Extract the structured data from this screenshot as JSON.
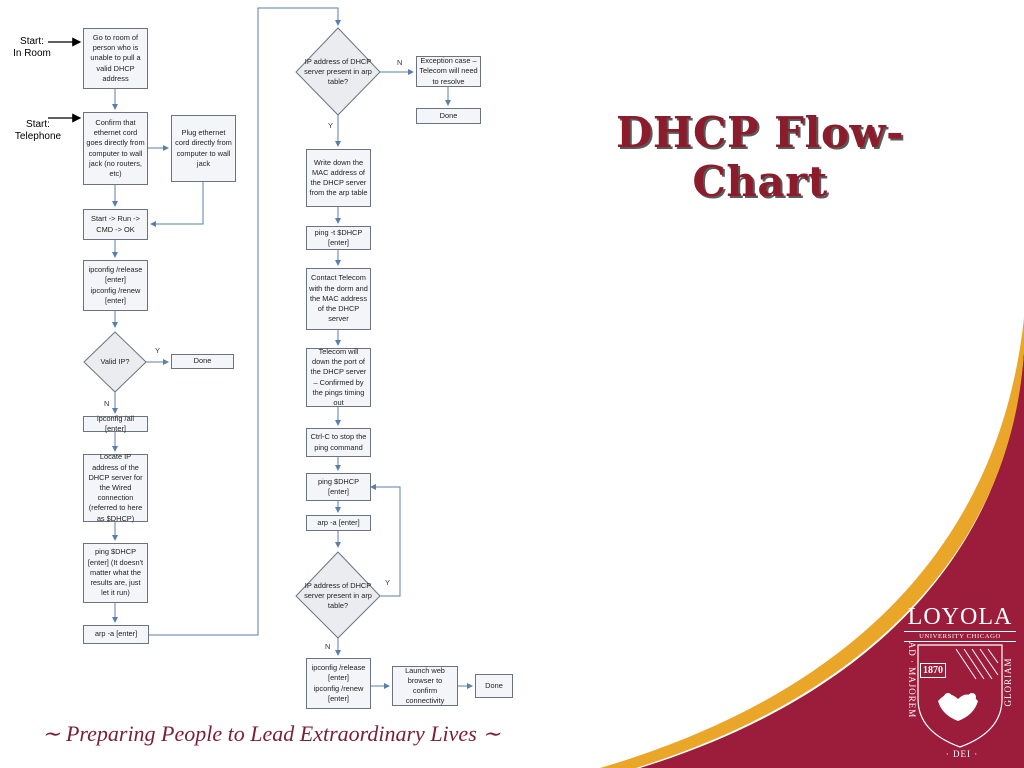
{
  "title": "DHCP Flow-Chart",
  "tagline": "Preparing People to Lead Extraordinary Lives",
  "logo": {
    "name": "LOYOLA",
    "subtitle": "UNIVERSITY CHICAGO",
    "year": "1870",
    "motto_left": "AD · MAJOREM",
    "motto_bottom": "· DEI ·",
    "motto_right": "GLORIAM"
  },
  "colors": {
    "title": "#8c1c2c",
    "maroon": "#9b1c3b",
    "gold": "#e9a628",
    "connector": "#5a7fa8"
  },
  "flowchart": {
    "start_room": "Start:\nIn Room",
    "start_phone": "Start:\nTelephone",
    "steps": {
      "go_room": "Go to room of person who is unable to pull a valid DHCP address",
      "confirm_cord": "Confirm that ethernet cord goes directly from computer to wall jack (no routers, etc)",
      "plug_cord": "Plug ethernet cord directly from computer to wall jack",
      "run_cmd": "Start -> Run -> CMD -> OK",
      "ipconfig_release_renew": "ipconfig /release [enter]\nipconfig /renew [enter]",
      "valid_ip": "Valid IP?",
      "done_1": "Done",
      "ipconfig_all": "ipconfig /all [enter]",
      "locate_ip": "Locate IP address of the DHCP server for the Wired connection (referred to here as $DHCP)",
      "ping_dhcp_1": "ping $DHCP [enter] (It doesn't matter what the results are, just let it run)",
      "arp_1": "arp -a [enter]",
      "ip_in_arp_1": "IP address of DHCP server present in arp table?",
      "exception": "Exception case – Telecom will need to resolve",
      "done_2": "Done",
      "write_mac": "Write down the MAC address of the DHCP server from the arp table",
      "ping_t": "ping -t $DHCP [enter]",
      "contact_telecom": "Contact Telecom with the dorm and the MAC address of the DHCP server",
      "telecom_down": "Telecom will down the port of the DHCP server – Confirmed by the pings timing out",
      "ctrl_c": "Ctrl-C to stop the ping command",
      "ping_dhcp_2": "ping $DHCP [enter]",
      "arp_2": "arp -a [enter]",
      "ip_in_arp_2": "IP address of DHCP server present in arp table?",
      "ipconfig_final": "ipconfig /release [enter]\nipconfig /renew [enter]",
      "launch_web": "Launch web browser to confirm connectivity",
      "done_3": "Done"
    },
    "labels": {
      "yes": "Y",
      "no": "N"
    }
  }
}
